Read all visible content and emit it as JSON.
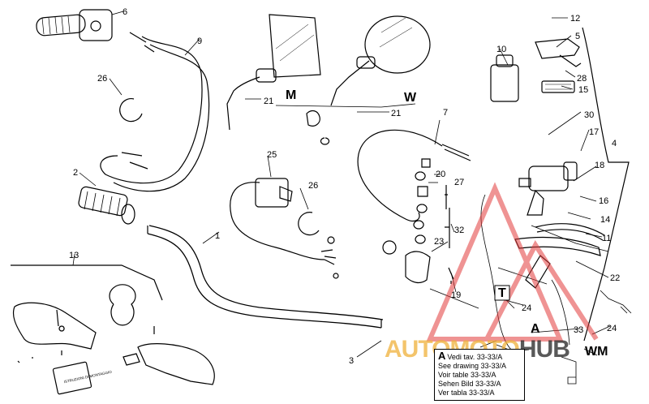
{
  "callouts": {
    "c1": "1",
    "c2": "2",
    "c3": "3",
    "c4": "4",
    "c5": "5",
    "c6": "6",
    "c7": "7",
    "c9": "9",
    "c10": "10",
    "c11": "11",
    "c12": "12",
    "c13": "13",
    "c14": "14",
    "c15": "15",
    "c16": "16",
    "c17": "17",
    "c18": "18",
    "c19": "19",
    "c20": "20",
    "c21a": "21",
    "c21b": "21",
    "c22": "22",
    "c23": "23",
    "c24a": "24",
    "c24b": "24",
    "c25": "25",
    "c26a": "26",
    "c26b": "26",
    "c27": "27",
    "c28": "28",
    "c30": "30",
    "c32": "32",
    "c33": "33"
  },
  "variants": {
    "m": "M",
    "w": "W",
    "t": "T",
    "a": "A",
    "wm": "WM"
  },
  "reference_note": {
    "tag": "A",
    "lines": [
      "Vedi tav. 33-33/A",
      "See drawing 33-33/A",
      "Voir table 33-33/A",
      "Sehen Bild 33-33/A",
      "Ver tabla 33-33/A"
    ]
  },
  "manual_label": "ISTRUZIONI DI MONTAGGIO",
  "watermark": {
    "part1": "AUTOMOTO",
    "part2": "HUB"
  },
  "colors": {
    "line": "#000000",
    "watermark_red": "#e23b3b",
    "watermark_gold": "#f0b13a"
  }
}
